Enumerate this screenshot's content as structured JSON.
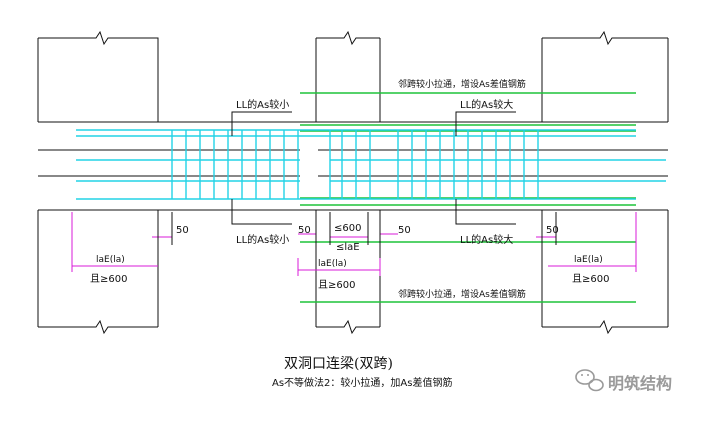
{
  "colors": {
    "rebar_cyan": "#22d3e6",
    "rebar_green": "#1fc43a",
    "line_black": "#111111",
    "dim_magenta": "#d81bd8",
    "watermark_gray": "#9a9a9a"
  },
  "labels": {
    "left_top_as": "LL的As较小",
    "right_top_as": "LL的As较大",
    "left_bottom_as": "LL的As较小",
    "right_bottom_as": "LL的As较大",
    "top_green_note": "邻跨较小拉通，增设As差值钢筋",
    "bottom_green_note": "邻跨较小拉通，增设As差值钢筋"
  },
  "dimensions": {
    "gap_left": "50",
    "gap_mid_left": "50",
    "gap_mid_right": "50",
    "gap_right": "50",
    "mid_spacing_le": "≤600",
    "mid_spacing_lae": "≤laE",
    "anchor_left": "laE(la)",
    "anchor_left_min": "且≥600",
    "anchor_mid": "laE(la)",
    "anchor_mid_min": "且≥600",
    "anchor_right": "laE(la)",
    "anchor_right_min": "且≥600"
  },
  "title": "双洞口连梁(双跨)",
  "subtitle": "As不等做法2：较小拉通，加As差值钢筋",
  "watermark": {
    "text": "明筑结构",
    "icon": "wechat-icon"
  }
}
